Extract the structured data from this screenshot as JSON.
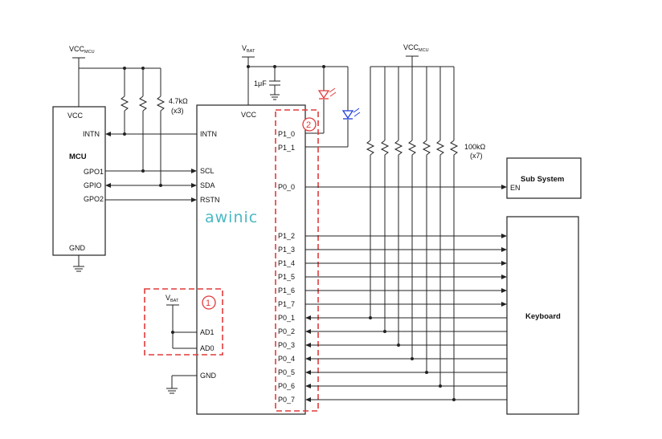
{
  "supply": {
    "vcc_mcu_label": "VCC",
    "vcc_mcu_sub": "MCU",
    "vbat_label": "V",
    "vbat_sub": "BAT"
  },
  "components": {
    "pullup_value": "4.7kΩ",
    "pullup_count": "(x3)",
    "cap_value": "1μF",
    "pulldown_value": "100kΩ",
    "pulldown_count": "(x7)"
  },
  "mcu": {
    "title": "MCU",
    "pins": {
      "vcc": "VCC",
      "intn": "INTN",
      "gpo1": "GPO1",
      "gpio": "GPIO",
      "gpo2": "GPO2",
      "gnd": "GND"
    }
  },
  "chip": {
    "logo": "awinic",
    "left_pins": {
      "vcc": "VCC",
      "intn": "INTN",
      "scl": "SCL",
      "sda": "SDA",
      "rstn": "RSTN",
      "ad1": "AD1",
      "ad0": "AD0",
      "gnd": "GND"
    },
    "right_pins": {
      "p1_0": "P1_0",
      "p1_1": "P1_1",
      "p0_0": "P0_0",
      "p1_2": "P1_2",
      "p1_3": "P1_3",
      "p1_4": "P1_4",
      "p1_5": "P1_5",
      "p1_6": "P1_6",
      "p1_7": "P1_7",
      "p0_1": "P0_1",
      "p0_2": "P0_2",
      "p0_3": "P0_3",
      "p0_4": "P0_4",
      "p0_5": "P0_5",
      "p0_6": "P0_6",
      "p0_7": "P0_7"
    }
  },
  "blocks": {
    "subsystem_title": "Sub System",
    "subsystem_pin": "EN",
    "keyboard_title": "Keyboard"
  },
  "markers": {
    "one": "1",
    "two": "2"
  },
  "colors": {
    "highlight": "#e23a3a",
    "led_red": "#e23a3a",
    "led_blue": "#1f3fd6",
    "logo": "#4ab8c4"
  }
}
